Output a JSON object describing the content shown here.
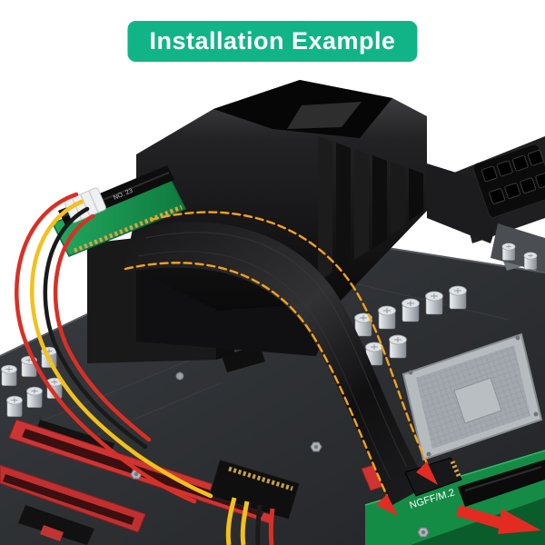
{
  "banner": {
    "label": "Installation Example"
  },
  "scene": {
    "labels": {
      "m2_silkscreen": "NGFF/M.2",
      "riser_marking": "NO. 23"
    },
    "colors": {
      "banner_green": "#10b487",
      "pcb_green": "#189b52",
      "pcb_green_dark": "#0b5c2b",
      "slot_red": "#cf3434",
      "arrow_red": "#e32b22",
      "wire_red": "#d93025",
      "wire_yellow": "#f3c01d",
      "wire_black": "#1a1a1a",
      "guide_orange": "#f6a21c",
      "board_dark": "#2f3236",
      "heatsink_black": "#141414",
      "metal_silver": "#c3c8cc",
      "gold_contacts": "#d9a441"
    }
  }
}
